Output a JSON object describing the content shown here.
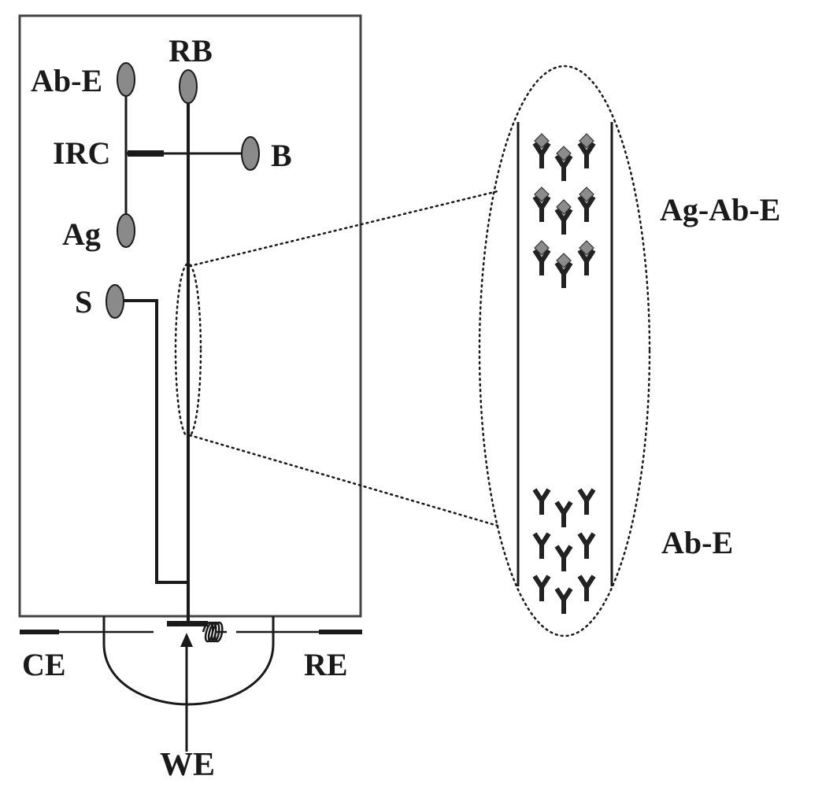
{
  "labels": {
    "rb": "RB",
    "ab_e": "Ab-E",
    "irc": "IRC",
    "b": "B",
    "ag": "Ag",
    "s": "S",
    "ce": "CE",
    "re": "RE",
    "we": "WE",
    "ag_ab_e": "Ag-Ab-E",
    "ab_e_zone": "Ab-E"
  },
  "colors": {
    "reservoir_fill": "#8a8a8a",
    "antigen_fill": "#8c8c8c",
    "line": "#1a1a1a"
  },
  "icons": {
    "antibody": "antibody-y-icon",
    "antigen": "antigen-diamond-icon"
  }
}
